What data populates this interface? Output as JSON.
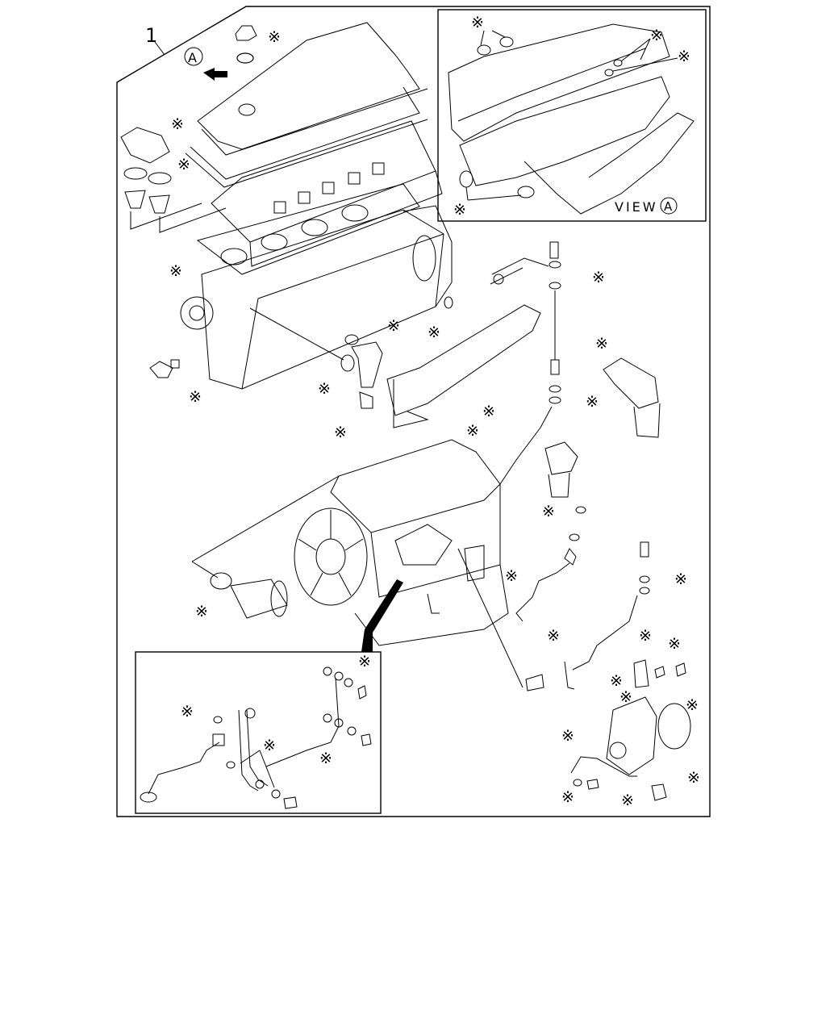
{
  "diagram": {
    "item_number": "1",
    "view_marker": "A",
    "view_label": "VIEW",
    "view_label_marker": "A",
    "note_symbol": "※"
  }
}
